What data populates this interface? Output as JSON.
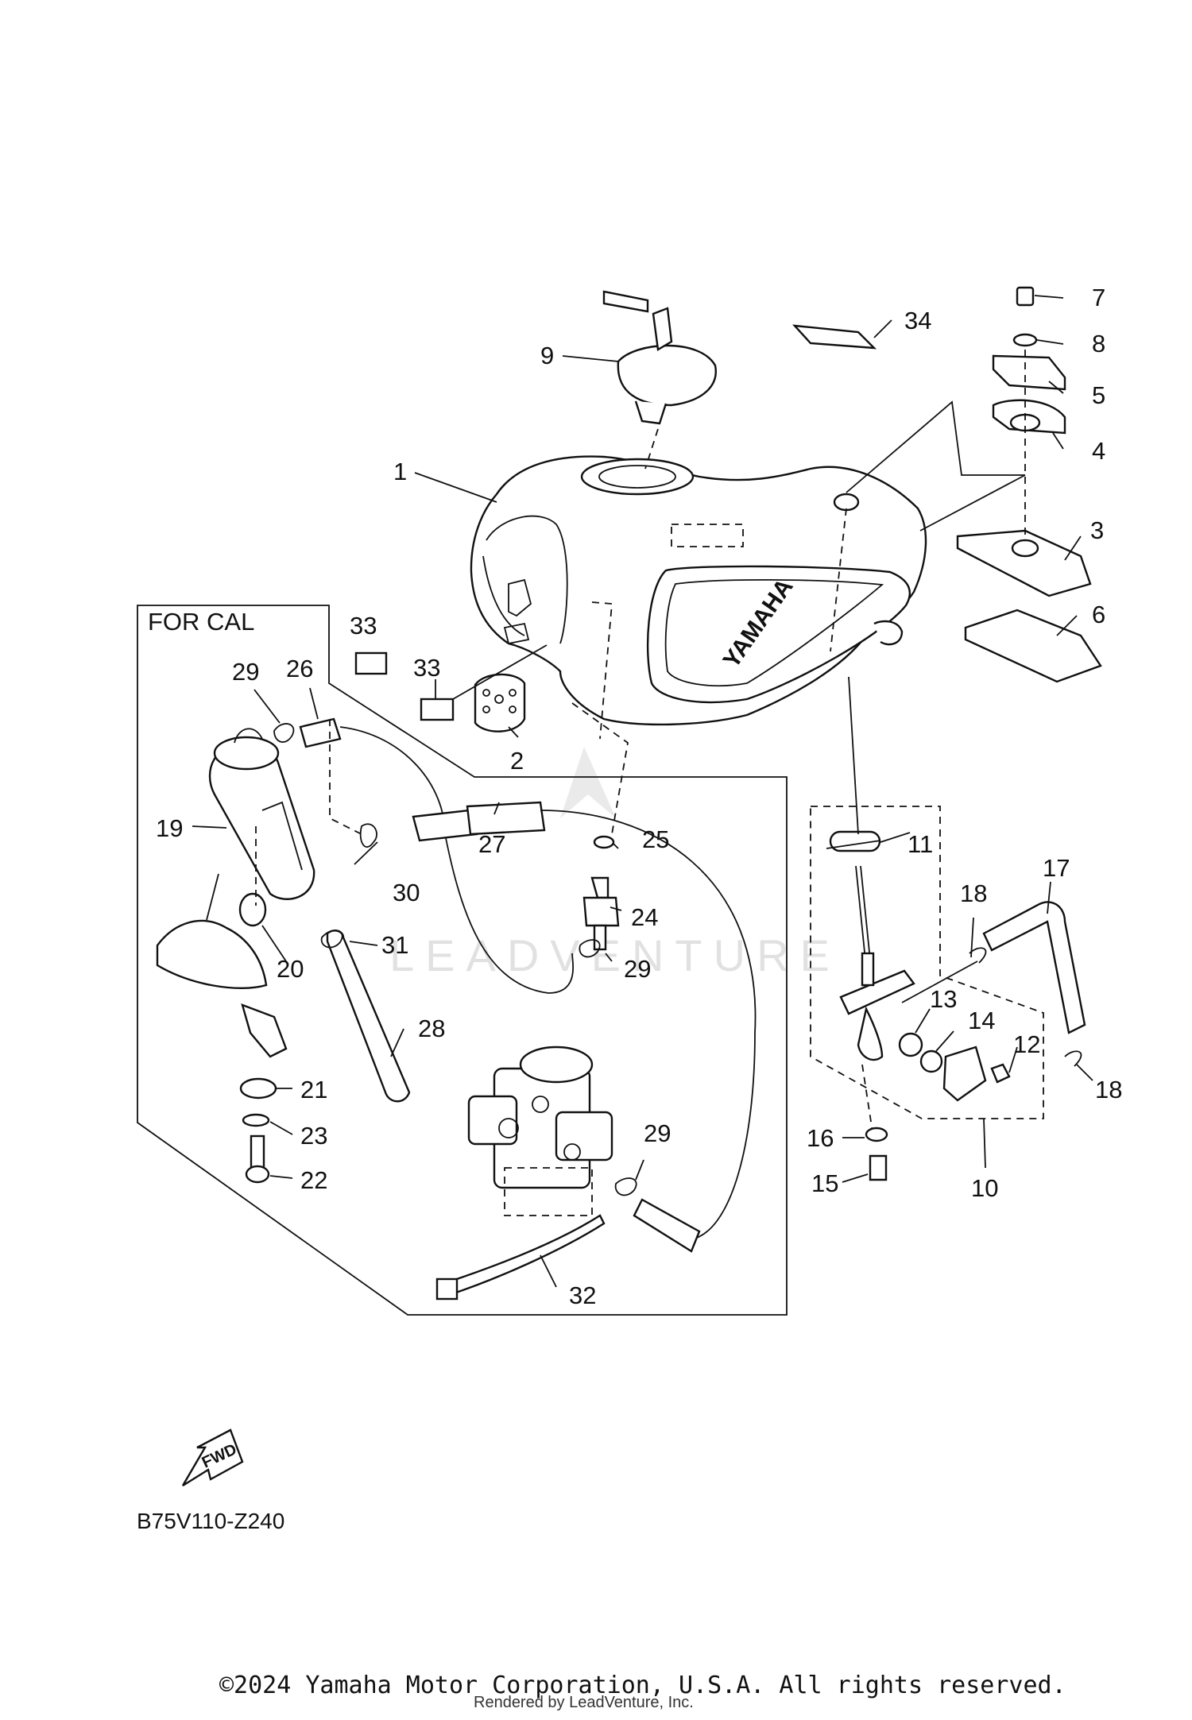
{
  "diagram": {
    "box_label": "FOR CAL",
    "diagram_code": "B75V110-Z240",
    "fwd_label": "FWD",
    "tank_logo": "YAMAHA",
    "watermark": "LEADVENTURE",
    "copyright": "©2024 Yamaha Motor Corporation, U.S.A. All rights reserved.",
    "rendered_by": "Rendered by LeadVenture, Inc."
  },
  "callouts": {
    "c1": "1",
    "c2": "2",
    "c3": "3",
    "c4": "4",
    "c5": "5",
    "c6": "6",
    "c7": "7",
    "c8": "8",
    "c9": "9",
    "c10": "10",
    "c11": "11",
    "c12": "12",
    "c13": "13",
    "c14": "14",
    "c15": "15",
    "c16": "16",
    "c17": "17",
    "c18a": "18",
    "c18b": "18",
    "c19": "19",
    "c20": "20",
    "c21": "21",
    "c22": "22",
    "c23": "23",
    "c24": "24",
    "c25": "25",
    "c26": "26",
    "c27": "27",
    "c28": "28",
    "c29a": "29",
    "c29b": "29",
    "c29c": "29",
    "c30": "30",
    "c31": "31",
    "c32": "32",
    "c33a": "33",
    "c33b": "33",
    "c34": "34"
  }
}
